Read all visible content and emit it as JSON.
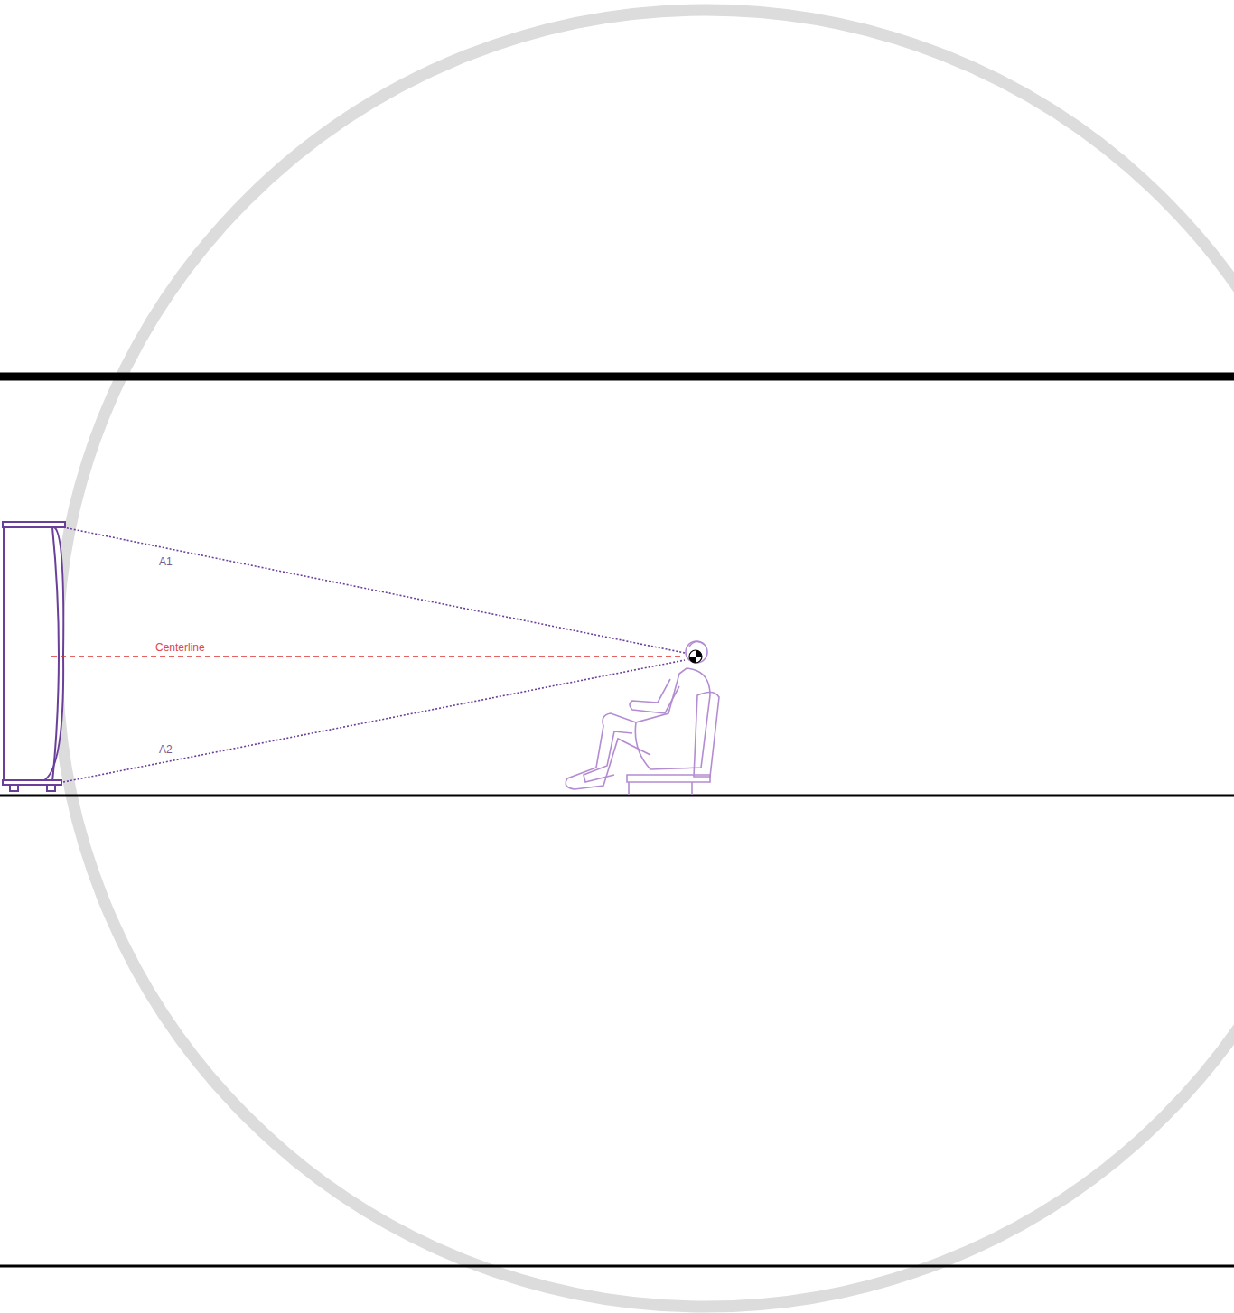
{
  "diagram": {
    "labels": [
      "A1",
      "Centerline",
      "A2"
    ]
  }
}
